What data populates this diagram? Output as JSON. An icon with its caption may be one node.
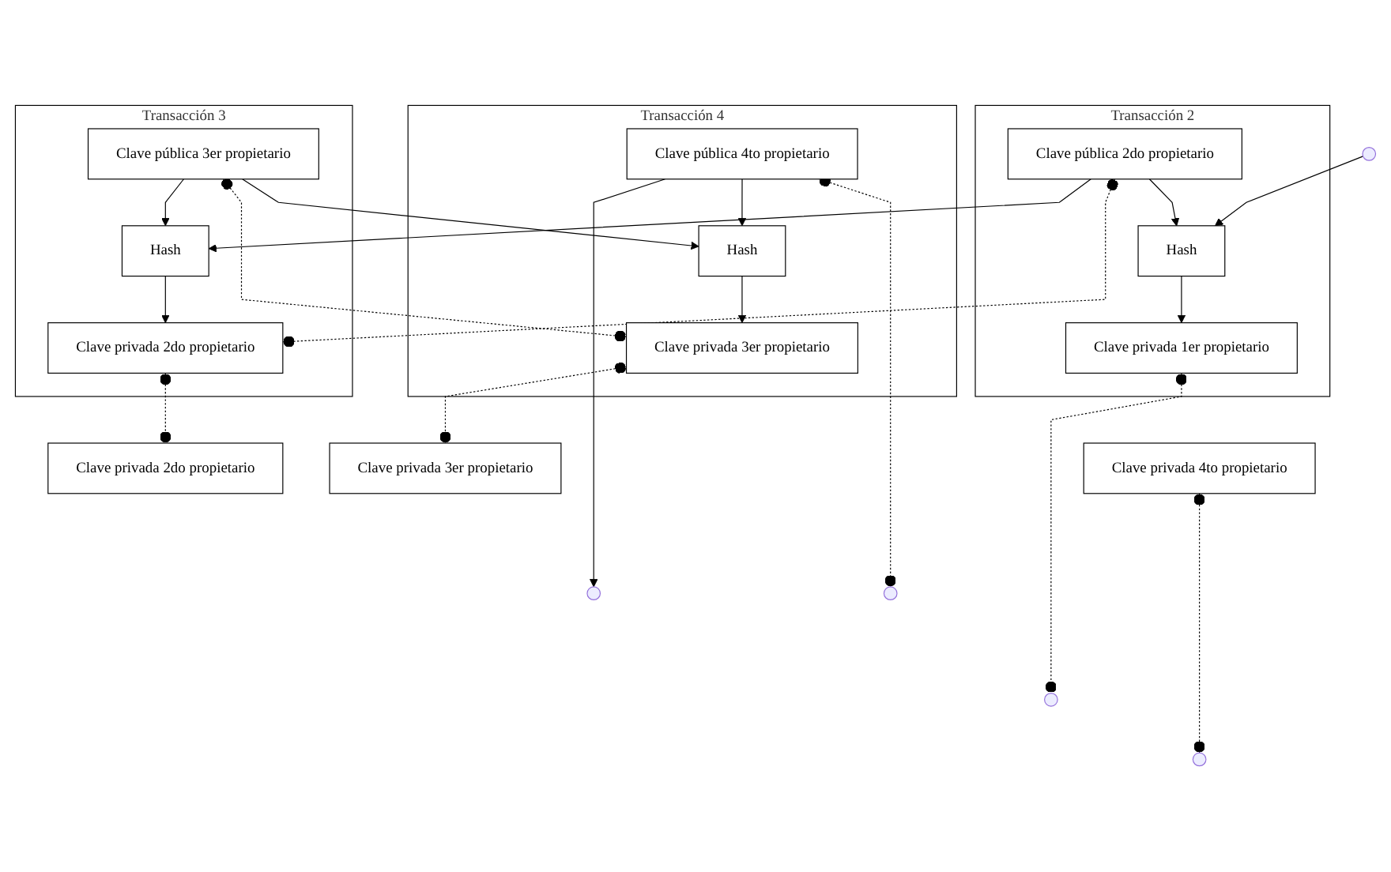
{
  "diagram": {
    "nodes": [
      {
        "text": [
          "Transacción 2"
        ]
      },
      {
        "text": [
          "Clave pública 2do propietario"
        ],
        "in": 0
      },
      {
        "text": [
          "Hash"
        ],
        "in": 0
      },
      {
        "text": [
          "Clave privada 1er propietario"
        ],
        "in": 0
      },
      {
        "text": [
          "Transacción 3"
        ]
      },
      {
        "text": [
          "Clave pública 3er propietario"
        ],
        "in": 4
      },
      {
        "text": [
          "Hash"
        ],
        "in": 4
      },
      {
        "text": [
          "Clave privada 2do propietario"
        ],
        "in": 4
      },
      {
        "text": [
          "Transacción 4"
        ]
      },
      {
        "text": [
          "Clave pública 4to propietario"
        ],
        "in": 8
      },
      {
        "text": [
          "Hash"
        ],
        "in": 8
      },
      {
        "text": [
          "Clave privada 3er propietario"
        ],
        "in": 8
      },
      {
        "text": [
          "Clave privada 2do propietario"
        ]
      },
      {
        "text": [
          "Clave privada 3er propietario"
        ]
      },
      {
        "text": [
          "Clave privada 4to propietario"
        ]
      }
    ],
    "edges": [
      {
        "from": null,
        "to": 2,
        "arrow": "to"
      },
      {
        "from": 1,
        "to": 2,
        "arrow": "to"
      },
      {
        "from": 2,
        "to": 3,
        "arrow": "to"
      },
      {
        "from": 1,
        "to": 6,
        "arrow": "to"
      },
      {
        "from": 5,
        "to": 6,
        "arrow": "to"
      },
      {
        "from": 6,
        "to": 7,
        "arrow": "to"
      },
      {
        "from": 5,
        "to": 10,
        "arrow": "to"
      },
      {
        "from": 9,
        "to": 10,
        "arrow": "to"
      },
      {
        "from": 10,
        "to": 11,
        "arrow": "to"
      },
      {
        "from": 9,
        "to": null,
        "arrow": "to"
      },
      {
        "from": 1,
        "to": 7,
        "arrow": "other",
        "style": "dashed"
      },
      {
        "from": 5,
        "to": 11,
        "arrow": "other",
        "style": "dashed"
      },
      {
        "from": 9,
        "to": null,
        "arrow": "other",
        "style": "dashed"
      },
      {
        "from": 3,
        "to": null,
        "arrow": "other",
        "style": "dashed"
      },
      {
        "from": 7,
        "to": 12,
        "arrow": "other",
        "style": "dashed"
      },
      {
        "from": 11,
        "to": 13,
        "arrow": "other",
        "style": "dashed"
      },
      {
        "from": 14,
        "to": null,
        "arrow": "other",
        "style": "dashed"
      }
    ]
  }
}
